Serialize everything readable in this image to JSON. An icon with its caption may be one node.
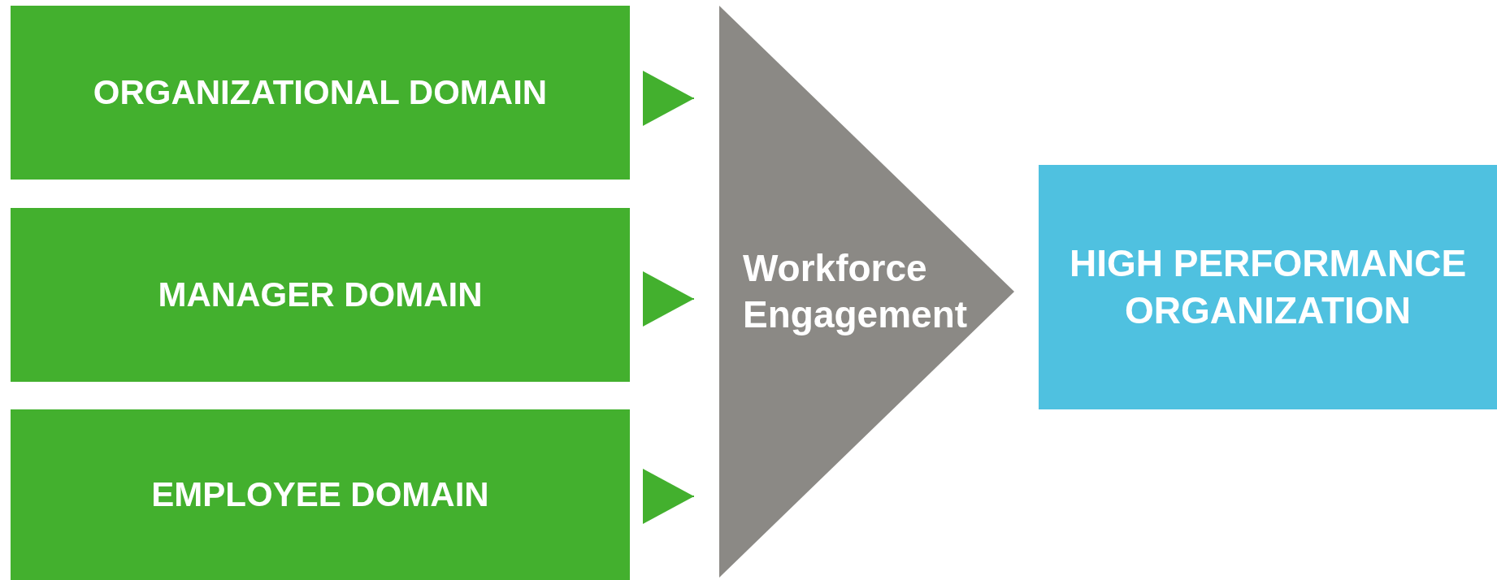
{
  "diagram": {
    "nodes": [
      {
        "text": [
          "ORGANIZATIONAL DOMAIN"
        ]
      },
      {
        "text": [
          "MANAGER DOMAIN"
        ]
      },
      {
        "text": [
          "EMPLOYEE DOMAIN"
        ]
      },
      {
        "text": [
          "Workforce Engagement"
        ]
      },
      {
        "text": [
          "HIGH PERFORMANCE ORGANIZATION"
        ]
      }
    ],
    "edges": [
      {
        "from": 0,
        "to": 3,
        "arrow": "to"
      },
      {
        "from": 1,
        "to": 3,
        "arrow": "to"
      },
      {
        "from": 2,
        "to": 3,
        "arrow": "to"
      }
    ]
  }
}
